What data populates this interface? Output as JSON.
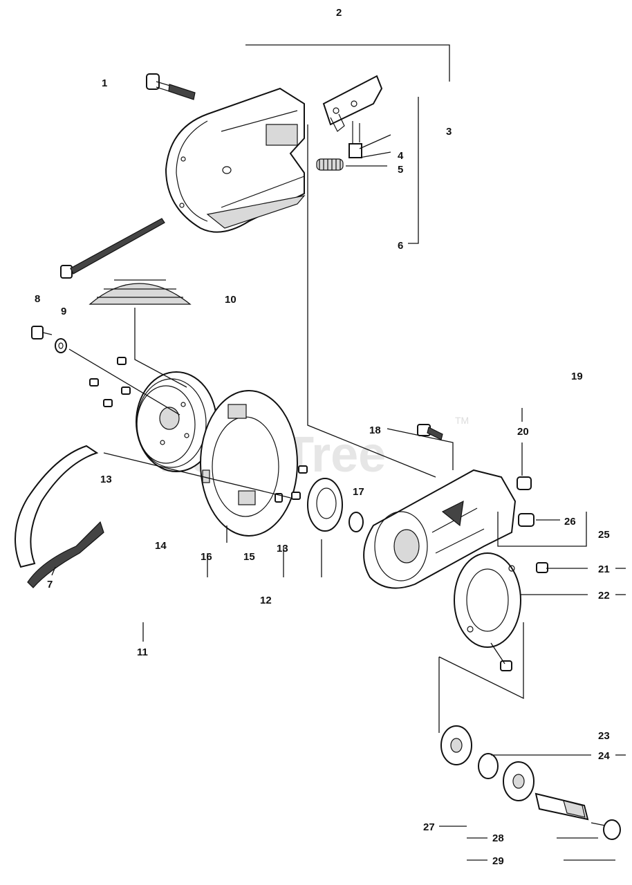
{
  "watermark": {
    "text": "PartsTree",
    "tm": "TM"
  },
  "labels": {
    "l1": "1",
    "l2": "2",
    "l3": "3",
    "l4": "4",
    "l5": "5",
    "l6": "6",
    "l7": "7",
    "l8": "8",
    "l9": "9",
    "l10": "10",
    "l11": "11",
    "l12": "12",
    "l13a": "13",
    "l13b": "13",
    "l14": "14",
    "l15": "15",
    "l16": "16",
    "l17": "17",
    "l18": "18",
    "l19": "19",
    "l20": "20",
    "l21": "21",
    "l22": "22",
    "l23": "23",
    "l24": "24",
    "l25": "25",
    "l26": "26",
    "l27": "27",
    "l28": "28",
    "l29": "29"
  }
}
